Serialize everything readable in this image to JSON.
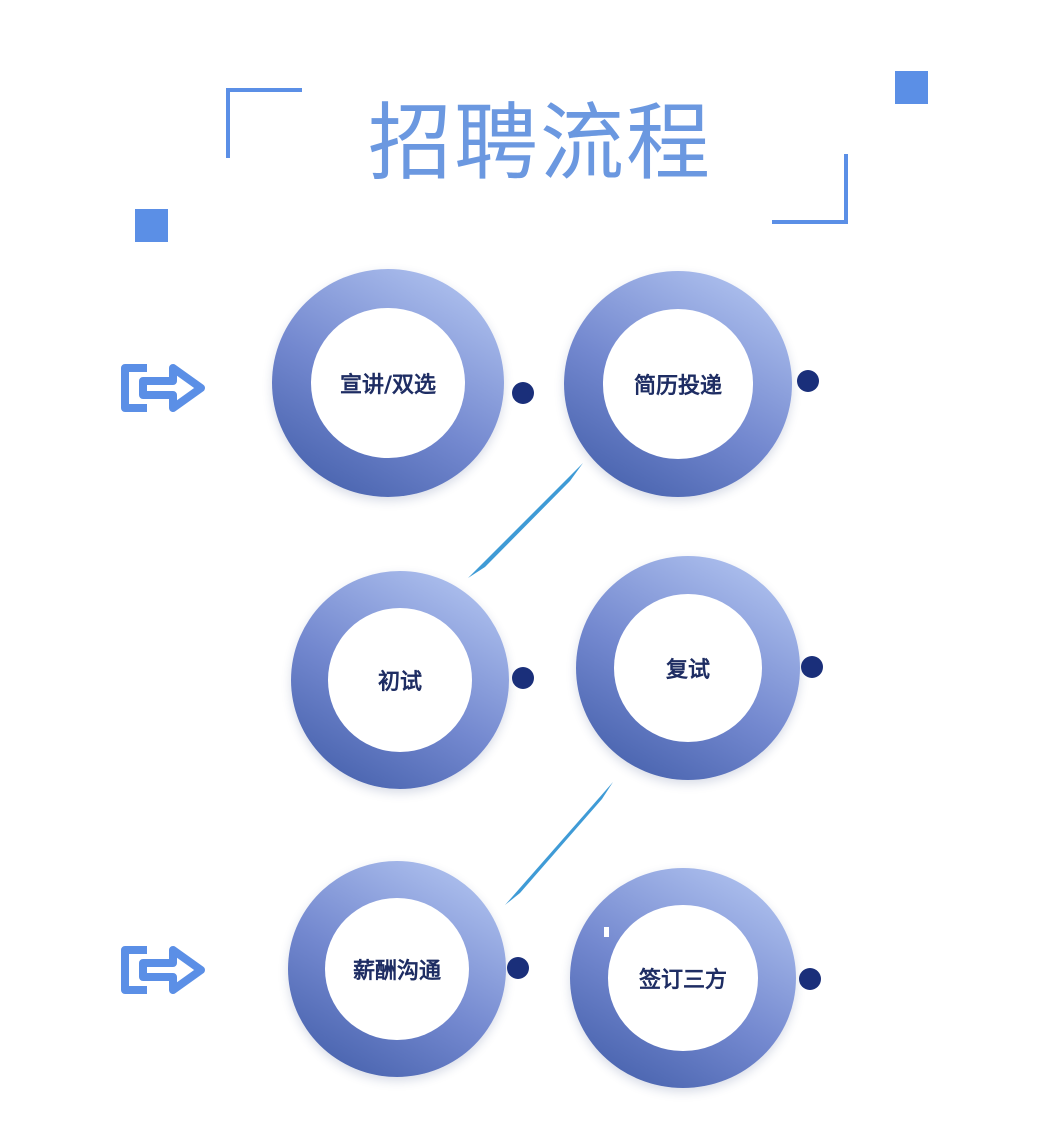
{
  "title": "招聘流程",
  "colors": {
    "accent": "#5b8fe6",
    "ring_dark": "#3e5aa6",
    "ring_light": "#b9cbf4",
    "dot": "#1a2f7a",
    "connector": "#3f9bd6",
    "label": "#1e2d63"
  },
  "steps": [
    {
      "label": "宣讲/双选"
    },
    {
      "label": "简历投递"
    },
    {
      "label": "初试"
    },
    {
      "label": "复试"
    },
    {
      "label": "薪酬沟通"
    },
    {
      "label": "签订三方"
    }
  ],
  "icons": [
    "exit-arrow-icon",
    "exit-arrow-icon"
  ]
}
